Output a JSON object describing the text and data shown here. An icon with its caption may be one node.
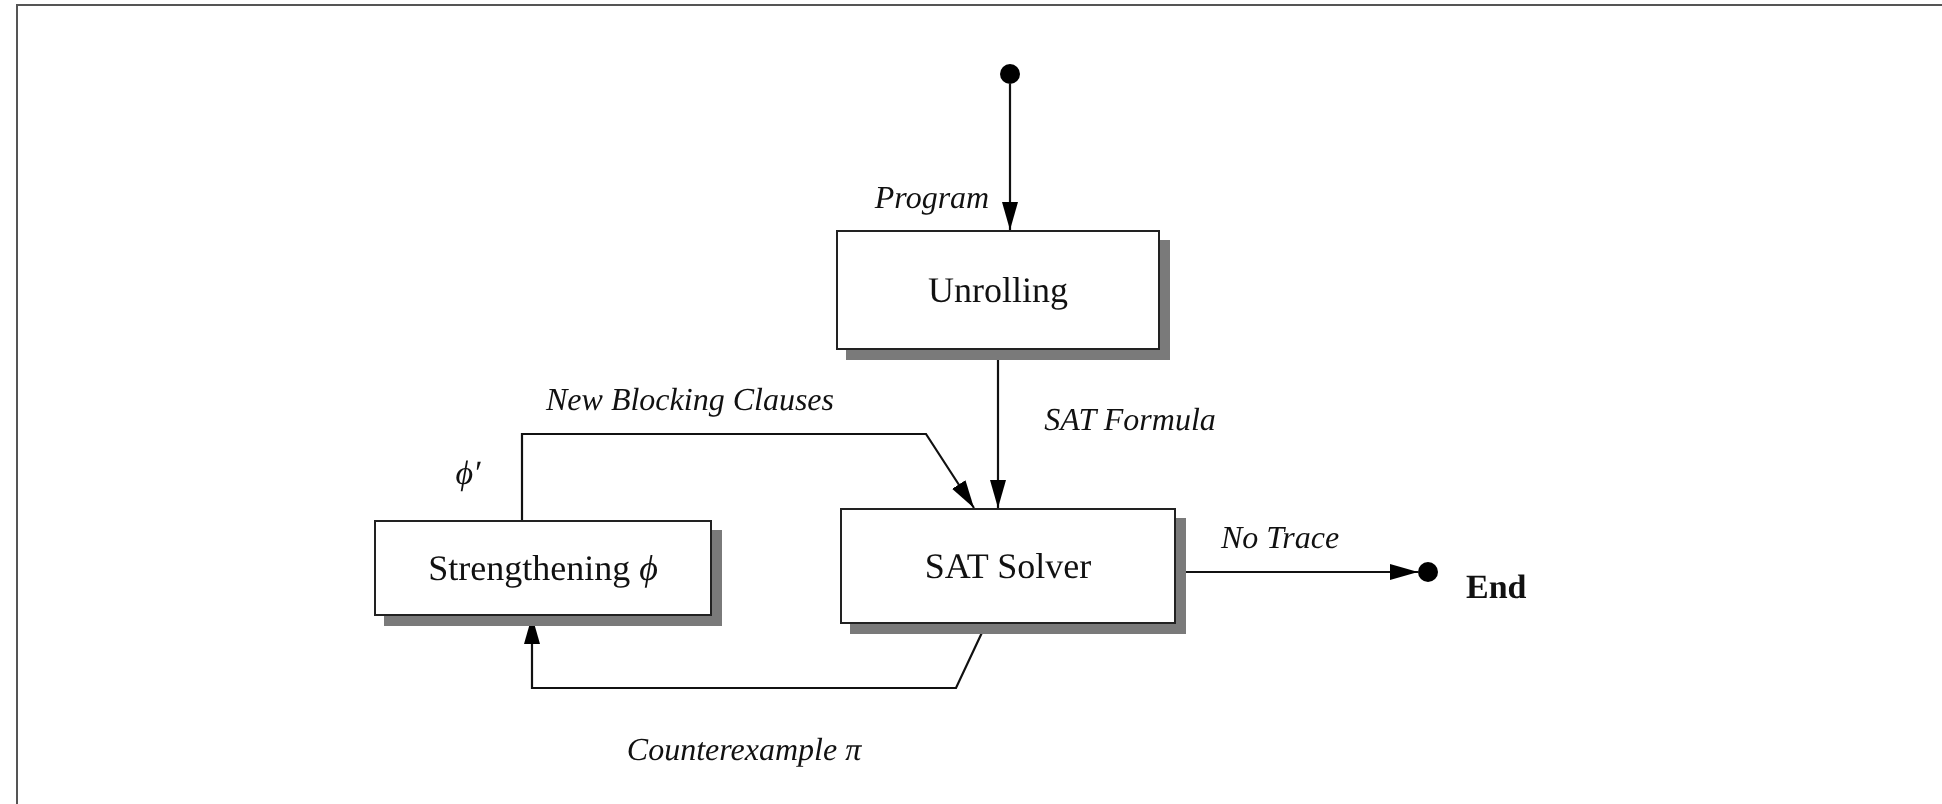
{
  "diagram": {
    "nodes": [
      {
        "text": [],
        "shape": "circle"
      },
      {
        "text": [
          "Unrolling"
        ]
      },
      {
        "text": [
          "SAT Solver"
        ]
      },
      {
        "text": [
          "Strengthening *ϕ*"
        ]
      },
      {
        "text": [],
        "shape": "circle",
        "beside": [
          "End"
        ]
      }
    ],
    "edges": [
      {
        "from": 0,
        "to": 1,
        "arrow": "to",
        "label": "Program"
      },
      {
        "from": 1,
        "to": 2,
        "arrow": "to",
        "label": "SAT Formula"
      },
      {
        "from": 3,
        "to": 2,
        "arrow": "to",
        "label": "New Blocking Clauses"
      },
      {
        "from": 2,
        "to": 3,
        "arrow": "to",
        "label": "Counterexample π"
      },
      {
        "from": 2,
        "to": 4,
        "arrow": "to",
        "label": "No Trace"
      }
    ],
    "labels": [
      "ϕ′"
    ]
  }
}
